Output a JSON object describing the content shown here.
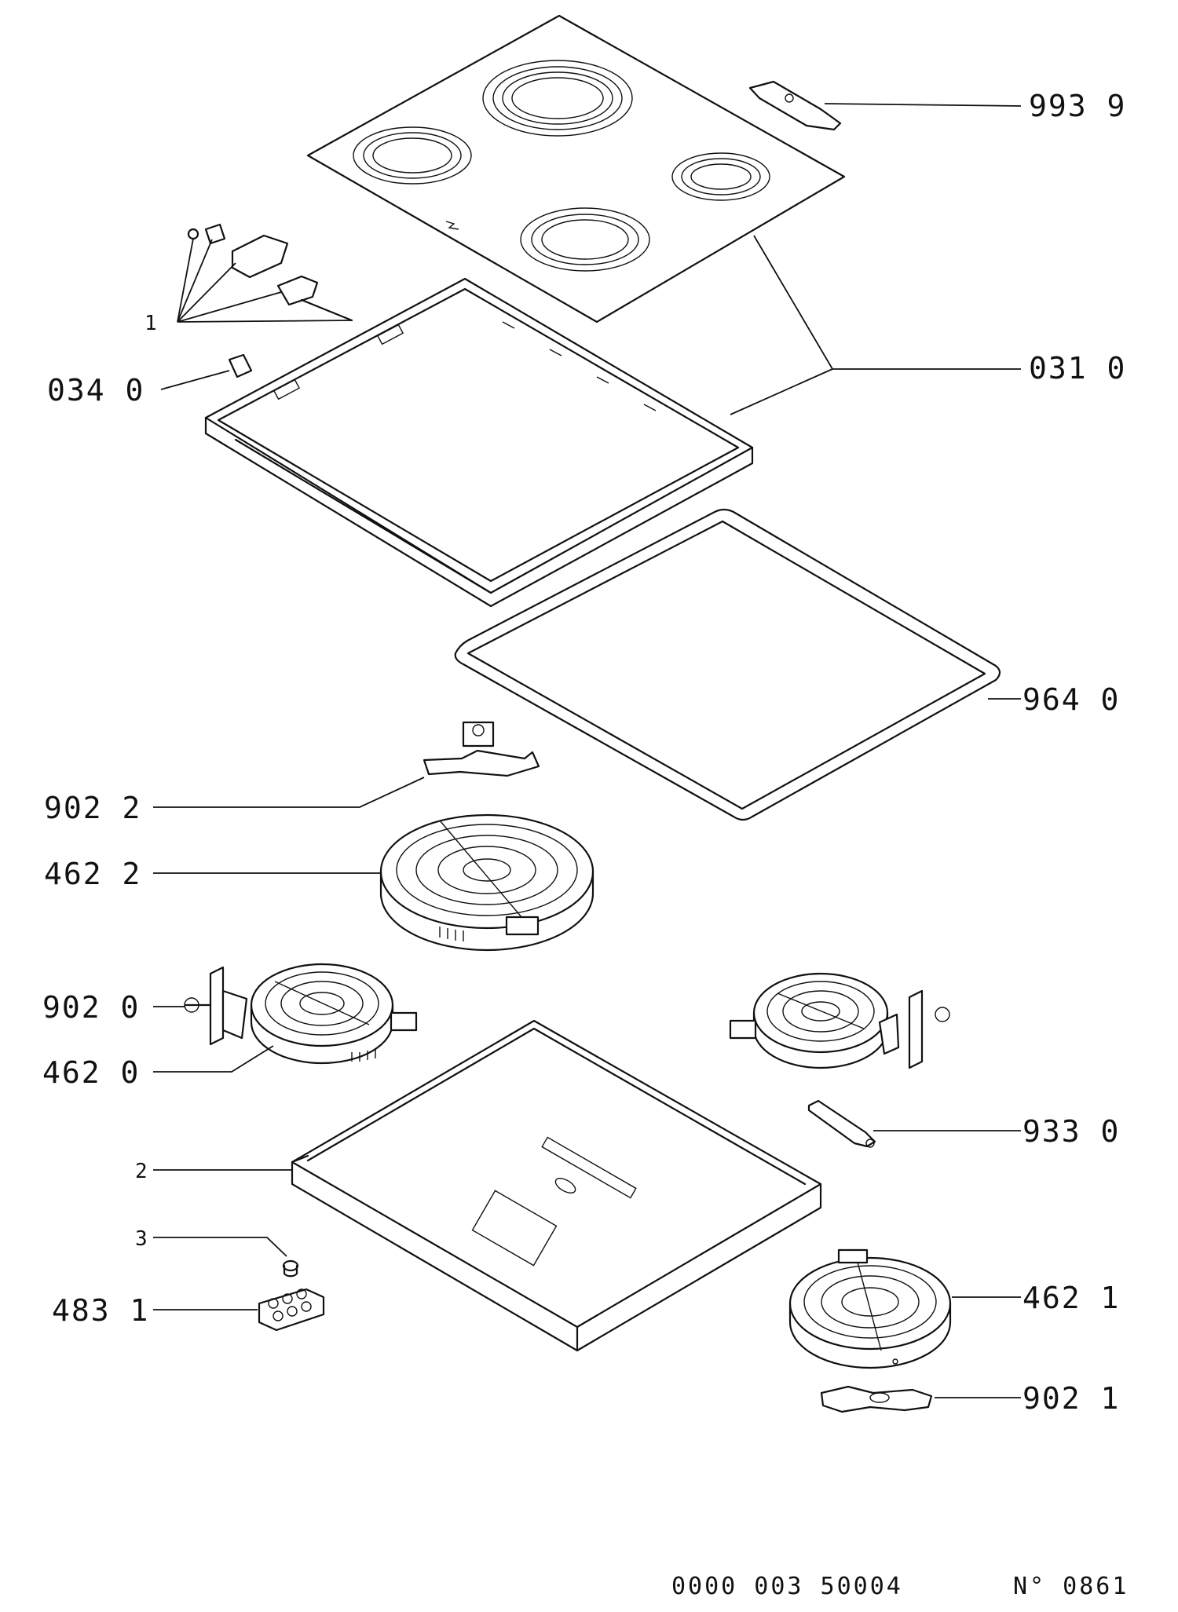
{
  "callouts": {
    "c9939": "993 9",
    "c0310": "031 0",
    "c0340": "034 0",
    "c1": "1",
    "c9640": "964 0",
    "c9022": "902 2",
    "c4622": "462 2",
    "c9020": "902 0",
    "c4620": "462 0",
    "c9330": "933 0",
    "c2": "2",
    "c3": "3",
    "c4831": "483 1",
    "c4621": "462 1",
    "c9021": "902 1"
  },
  "footer": {
    "code": "0000 003 50004",
    "ref": "N° 0861"
  }
}
